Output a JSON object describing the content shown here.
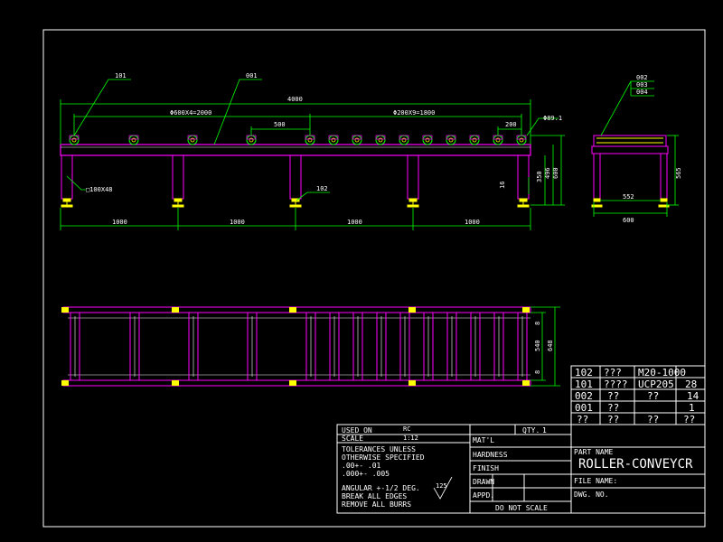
{
  "drawing": {
    "front_view": {
      "callouts": [
        "101",
        "001",
        "102"
      ],
      "dims": {
        "total_length": "4000",
        "roller_spacing_a": "Φ600X4=2000",
        "roller_spacing_b": "Φ200X9=1800",
        "pitch_a": "500",
        "pitch_b": "200",
        "roller_dia": "Φ89.1",
        "leg_profile": "□100X48",
        "height_350": "350",
        "height_496": "496",
        "height_600": "600",
        "foot_16": "16",
        "span_1": "1000",
        "span_2": "1000",
        "span_3": "1000",
        "span_4": "1000"
      }
    },
    "side_view": {
      "callouts": [
        "002",
        "003",
        "004"
      ],
      "dims": {
        "inner_width": "552",
        "outer_width": "600",
        "height": "565"
      }
    },
    "top_view": {
      "dims": {
        "inner": "540",
        "outer": "648",
        "edge_top": "8",
        "edge_bottom": "8"
      }
    }
  },
  "bom": {
    "rows": [
      [
        "102",
        "???",
        "M20-1000",
        ""
      ],
      [
        "101",
        "????",
        "UCP205",
        "28"
      ],
      [
        "002",
        "??",
        "??",
        "14"
      ],
      [
        "001",
        "??",
        "",
        "1"
      ],
      [
        "??",
        "??",
        "??",
        "??"
      ]
    ]
  },
  "title_block": {
    "used_on_label": "USED ON",
    "used_on_value": "RC",
    "qty_label": "QTY.",
    "qty_value": "1",
    "scale_label": "SCALE",
    "scale_value": "1:12",
    "tolerance_lines": [
      "TOLERANCES UNLESS",
      "OTHERWISE SPECIFIED",
      ".00+- .01",
      ".000+- .005"
    ],
    "angular_lines": [
      "ANGULAR +-1/2 DEG.",
      "BREAK ALL EDGES",
      "REMOVE ALL BURRS"
    ],
    "finish_symbol": "125",
    "matl_label": "MAT'L",
    "hardness_label": "HARDNESS",
    "finish_label": "FINISH",
    "drawn_label": "DRAWN",
    "appd_label": "APPD.",
    "do_not_scale": "DO NOT SCALE",
    "part_name_label": "PART NAME",
    "part_name_value": "ROLLER-CONVEYCR",
    "file_name_label": "FILE NAME:",
    "dwg_no_label": "DWG. NO."
  },
  "colors": {
    "background": "#000000",
    "frame": "#ffffff",
    "dimension": "#00ff00",
    "part": "#ff00ff",
    "roller": "#ffff00",
    "accent": "#00ffff"
  }
}
